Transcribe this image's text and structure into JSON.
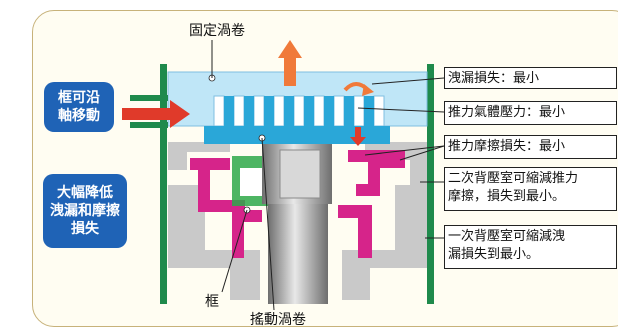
{
  "labels": {
    "fixed_scroll": "固定渦卷",
    "frame": "框",
    "orbiting_scroll": "搖動渦卷"
  },
  "badges": {
    "axial_move": "框可沿\n軸移動",
    "reduce_loss": "大幅降低\n洩漏和摩擦\n損失"
  },
  "callouts": [
    "洩漏損失：最小",
    "推力氣體壓力：最小",
    "推力摩擦損失：最小",
    "二次背壓室可縮減推力\n摩擦，損失到最小。",
    "一次背壓室可縮減洩\n漏損失到最小。"
  ],
  "colors": {
    "badge_blue": "#1f63b6",
    "scroll_blue": "#2aa7d8",
    "fixed_blue": "#bfe6f7",
    "frame_gray": "#c9c9c9",
    "chamber_magenta": "#d6248a",
    "shaft_gray": "#9a9a9a",
    "arrow_orange": "#f07a3a",
    "arrow_red": "#e03a2a",
    "green_bar": "#1f8a4c",
    "highlight_green": "#2ea84a"
  }
}
